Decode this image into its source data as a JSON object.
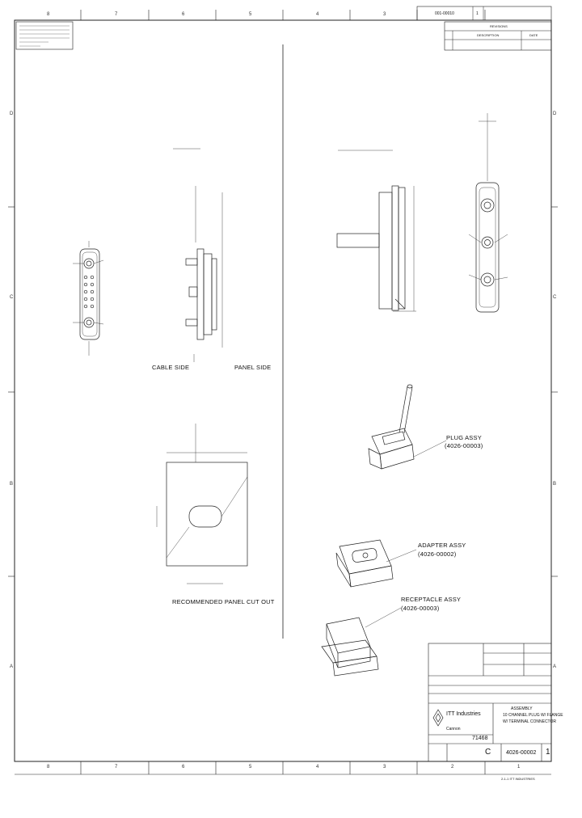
{
  "zones": {
    "columns": [
      "8",
      "7",
      "6",
      "5",
      "4",
      "3",
      "2",
      "1"
    ],
    "rows": [
      "D",
      "C",
      "B",
      "A"
    ]
  },
  "title_corner": {
    "dwg_no": "001-00010",
    "sheet": "1"
  },
  "revisions": {
    "title": "REVISIONS",
    "description_header": "DESCRIPTION",
    "date_header": "DATE"
  },
  "views": {
    "cable_side": "CABLE SIDE",
    "panel_side": "PANEL SIDE",
    "panel_cut_out": "RECOMMENDED PANEL CUT OUT"
  },
  "assemblies": {
    "plug": [
      "PLUG ASSY",
      "(4026-00003)"
    ],
    "adapter": [
      "ADAPTER ASSY",
      "(4026-00002)"
    ],
    "receptacle": [
      "RECEPTACLE ASSY",
      "(4026-00003)"
    ]
  },
  "title_block": {
    "company": "ITT Industries",
    "division": "Cannon",
    "title_line1": "ASSEMBLY",
    "title_line2": "10 CHANNEL PLUG W/ FLANGE",
    "title_line3": "W/ TERMINAL CONNECTOR",
    "cage": "71468",
    "size": "C",
    "drawing_number": "4026-00002",
    "sheet": "1",
    "footer": "2-1-1 ITT INDUSTRIES"
  },
  "colors": {
    "line": "#222222",
    "dim": "#555555",
    "paper": "#ffffff"
  },
  "icons": [
    "itt-logo-icon"
  ]
}
